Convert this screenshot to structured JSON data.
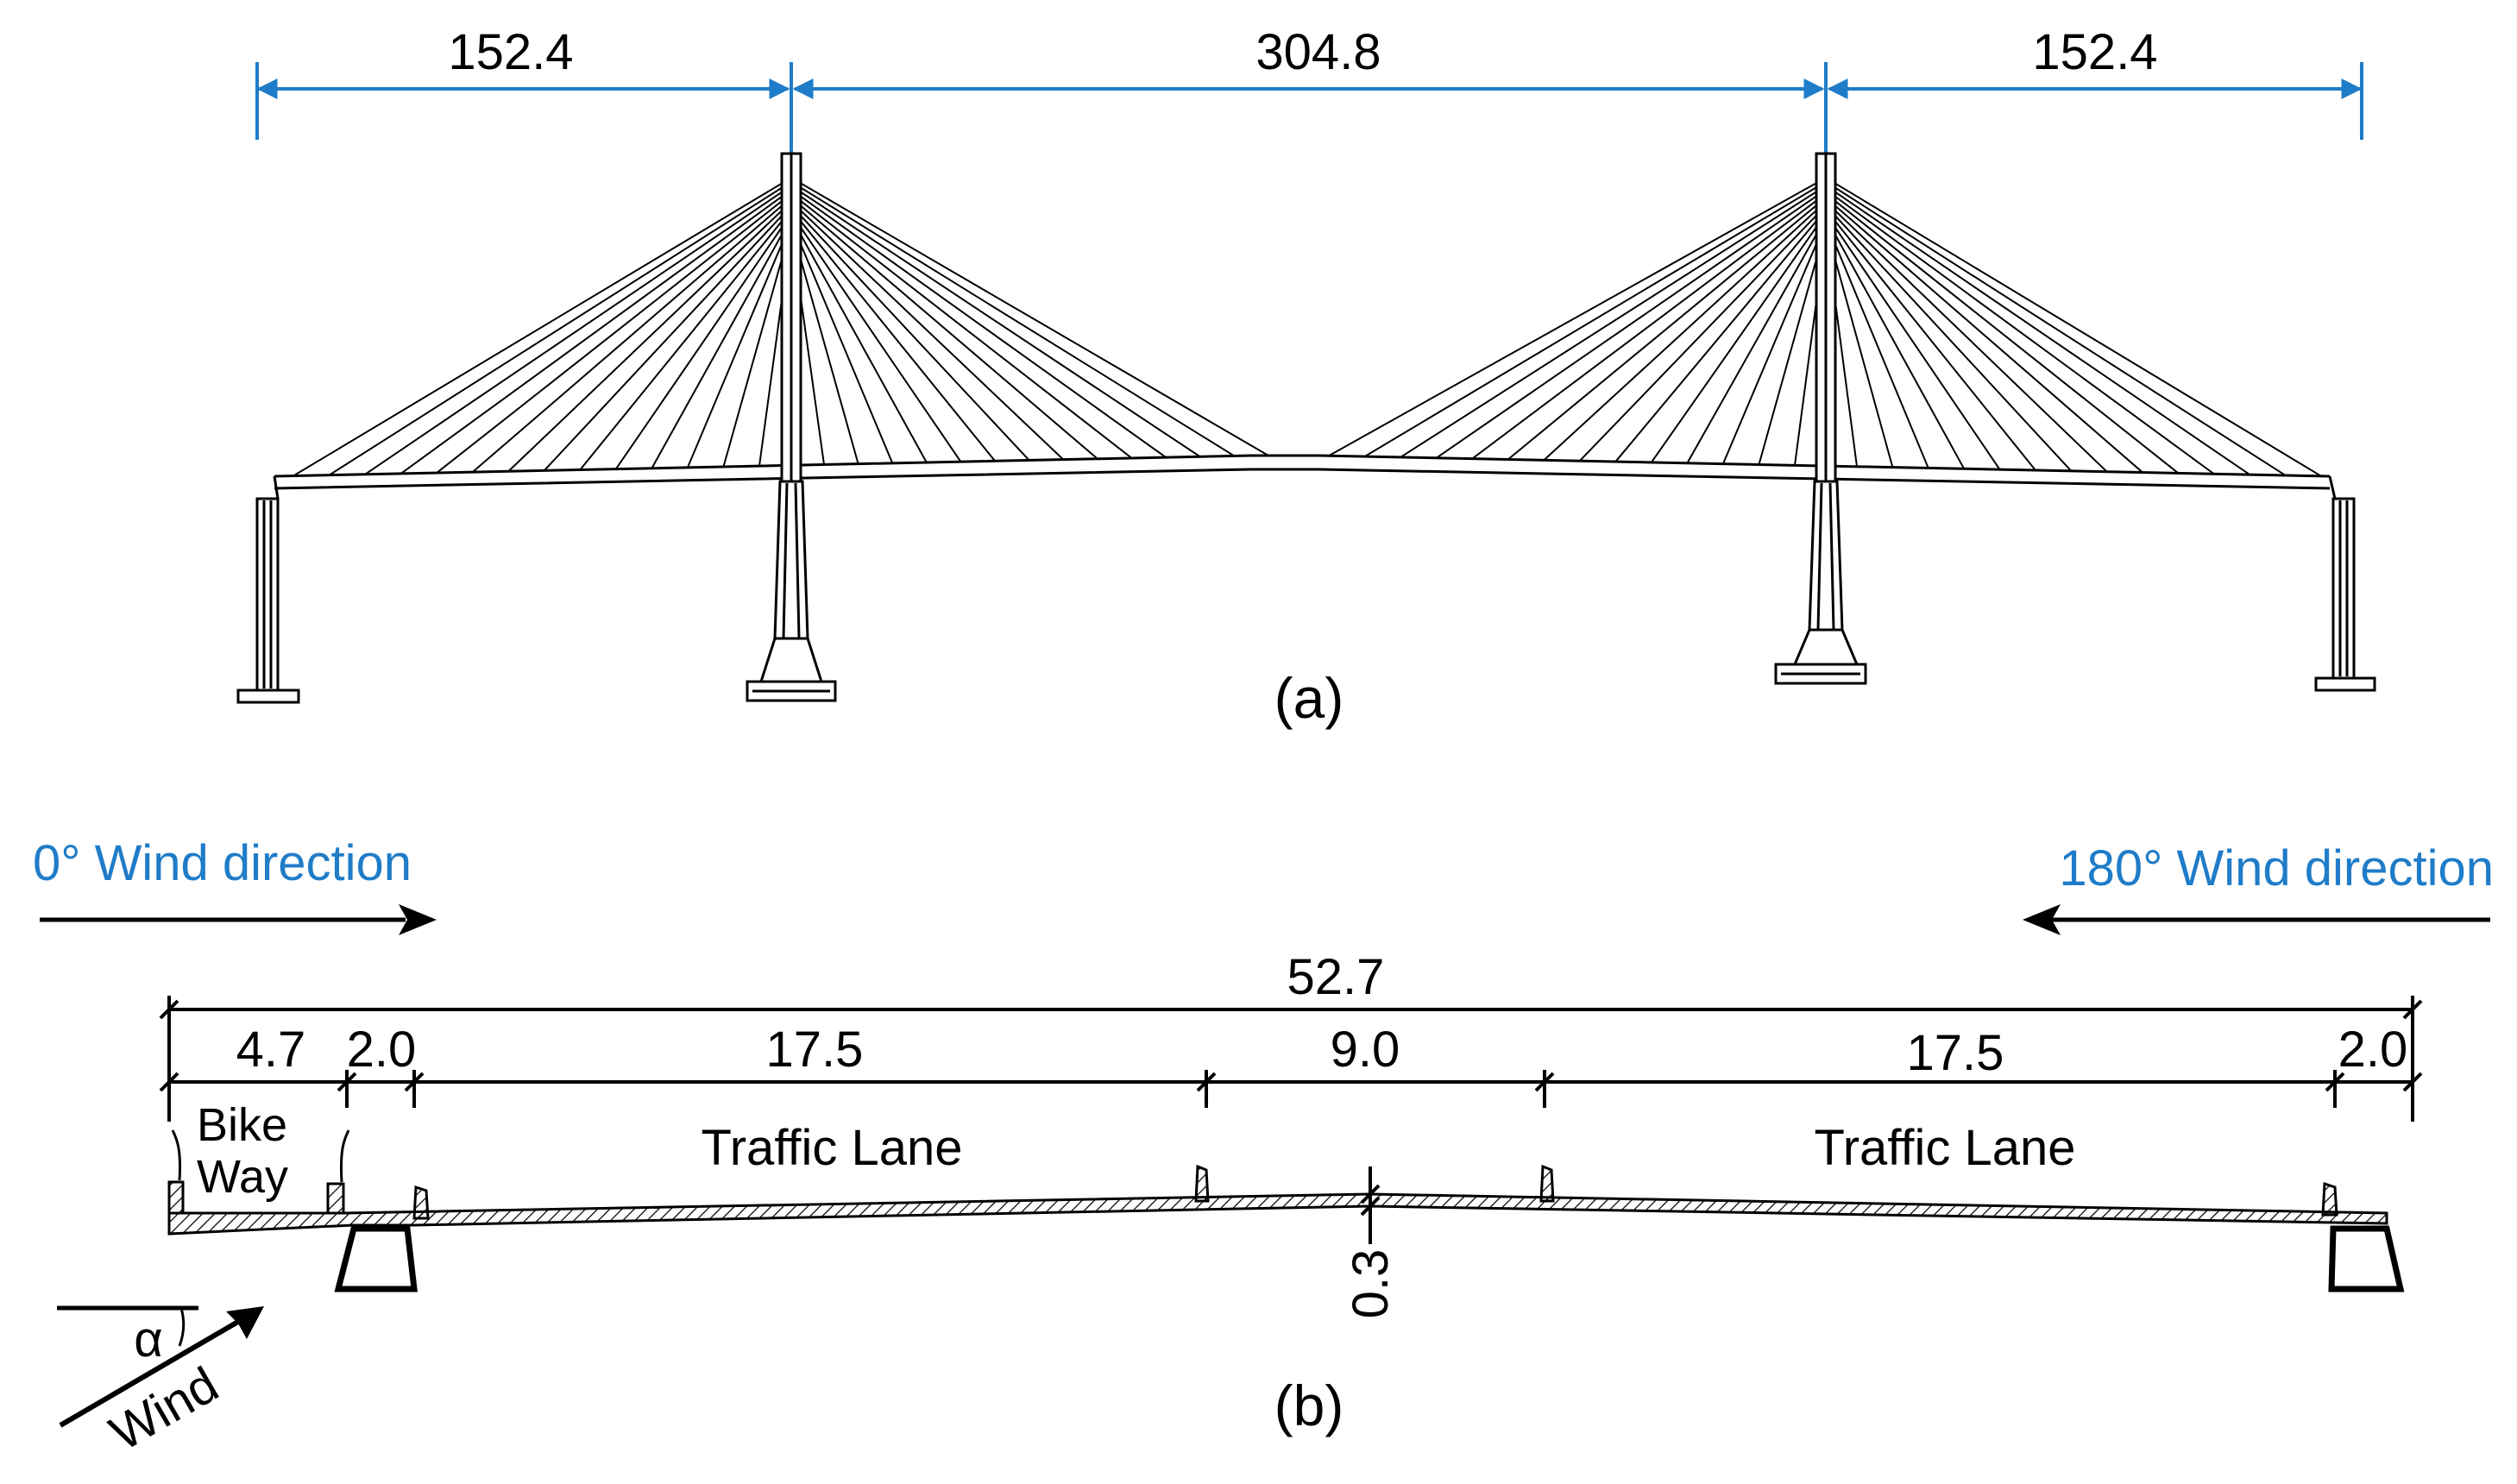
{
  "part_a": {
    "caption": "(a)",
    "span_dimensions": [
      "152.4",
      "304.8",
      "152.4"
    ],
    "dimension_color": "#1f7cc8"
  },
  "part_b": {
    "caption": "(b)",
    "wind_left": "0° Wind direction",
    "wind_right": "180° Wind direction",
    "wind_label_color": "#1f7cc8",
    "total_width": "52.7",
    "segments": [
      "4.7",
      "2.0",
      "17.5",
      "9.0",
      "17.5",
      "2.0"
    ],
    "bike_way_line1": "Bike",
    "bike_way_line2": "Way",
    "traffic_lane_left": "Traffic Lane",
    "traffic_lane_right": "Traffic Lane",
    "depth": "0.3",
    "angle_symbol": "α",
    "wind_label": "Wind"
  }
}
